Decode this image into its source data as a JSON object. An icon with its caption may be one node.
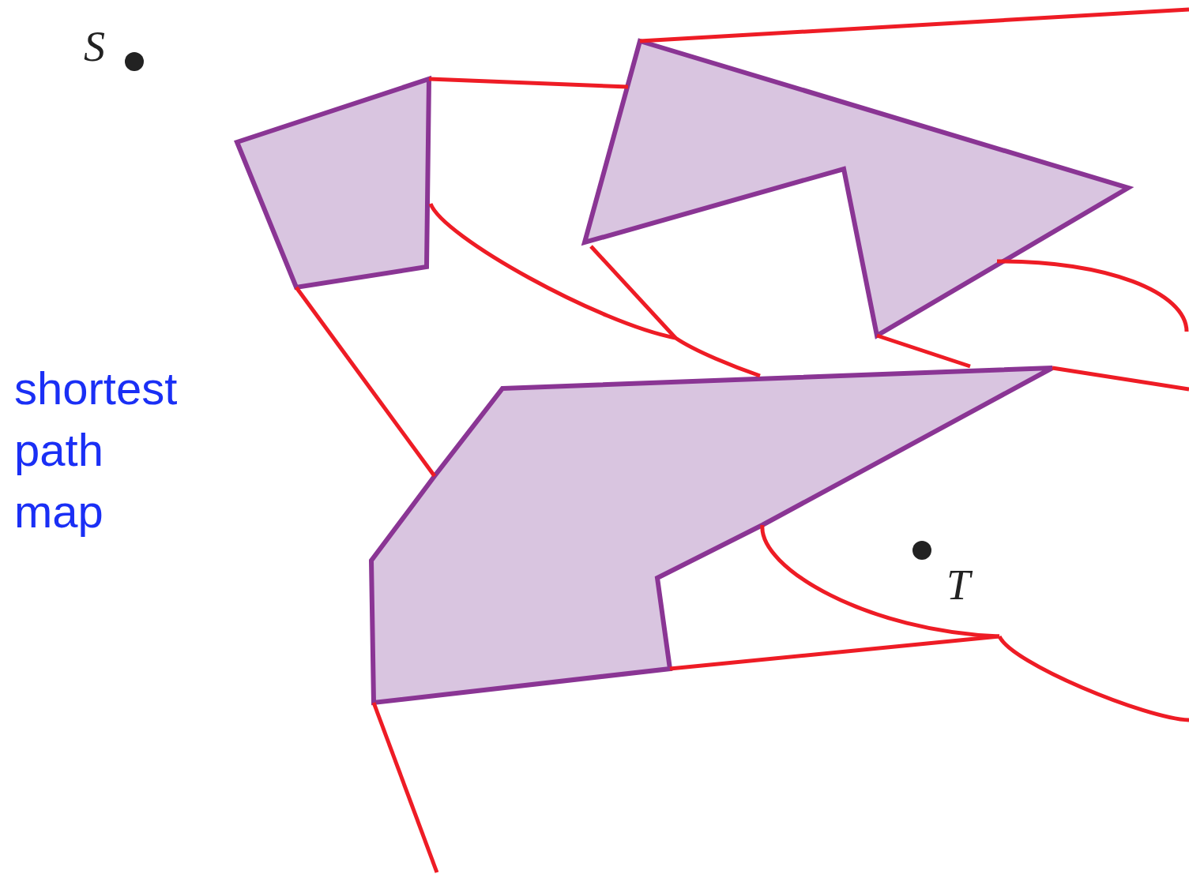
{
  "diagram": {
    "labels": [
      "S",
      "T",
      "shortest path map"
    ]
  }
}
